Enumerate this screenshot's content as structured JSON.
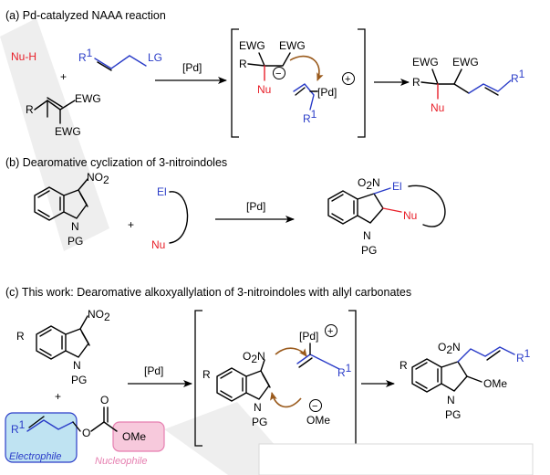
{
  "sections": {
    "a": "(a) Pd-catalyzed NAAA reaction",
    "b": "(b) Dearomative cyclization of 3-nitroindoles",
    "c": "(c) This work: Dearomative alkoxyallylation of 3-nitroindoles with allyl carbonates"
  },
  "labels": {
    "nu_h": "Nu-H",
    "nu": "Nu",
    "r": "R",
    "r1": "R",
    "sup1": "1",
    "lg": "LG",
    "ewg": "EWG",
    "plus": "+",
    "pd_cat": "[Pd]",
    "pd_complex": "[Pd]",
    "minus": "−",
    "plus_charge": "+",
    "no2": "NO",
    "sub2": "2",
    "o2n": "O",
    "o2n_n": "N",
    "n": "N",
    "pg": "PG",
    "el": "El",
    "o": "O",
    "ome": "OMe",
    "electrophile": "Electrophile",
    "nucleophile": "Nucleophile"
  },
  "colors": {
    "red": "#e8202a",
    "blue": "#2a3cc8",
    "curly_arrow": "#9a5a1c",
    "electrophile_box": "#bfe3f2",
    "electrophile_border": "#2a3cc8",
    "nucleophile_box": "#f7c9dc",
    "nucleophile_border": "#e67fb0"
  }
}
